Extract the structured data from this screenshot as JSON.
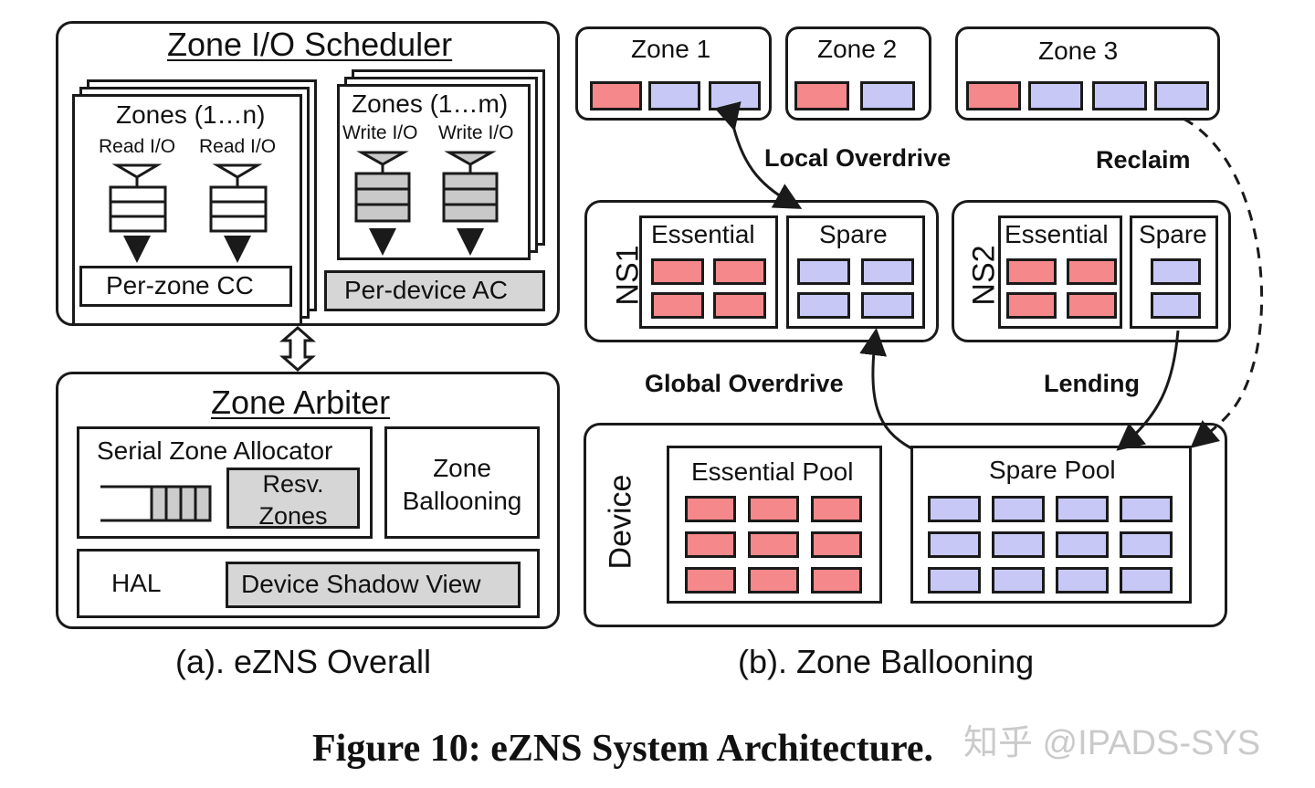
{
  "figure_caption": "Figure 10: eZNS System Architecture.",
  "watermark": "知乎 @IPADS-SYS",
  "panel_a": {
    "caption": "(a). eZNS Overall",
    "scheduler": {
      "title": "Zone I/O Scheduler",
      "read_group": {
        "title": "Zones (1…n)",
        "queue_labels": [
          "Read I/O",
          "Read I/O"
        ],
        "control": "Per-zone CC"
      },
      "write_group": {
        "title": "Zones (1…m)",
        "queue_labels": [
          "Write I/O",
          "Write I/O"
        ],
        "control": "Per-device AC"
      }
    },
    "arbiter": {
      "title": "Zone Arbiter",
      "allocator": "Serial Zone Allocator",
      "reserved": "Resv. Zones",
      "ballooning": "Zone Ballooning",
      "hal": "HAL",
      "shadow": "Device Shadow View"
    }
  },
  "panel_b": {
    "caption": "(b). Zone Ballooning",
    "zones": [
      {
        "label": "Zone 1",
        "blocks": [
          "red",
          "blue",
          "blue"
        ]
      },
      {
        "label": "Zone 2",
        "blocks": [
          "red",
          "blue"
        ]
      },
      {
        "label": "Zone 3",
        "blocks": [
          "red",
          "blue",
          "blue",
          "blue"
        ]
      }
    ],
    "namespaces": [
      {
        "label": "NS1",
        "essential": "Essential",
        "spare": "Spare"
      },
      {
        "label": "NS2",
        "essential": "Essential",
        "spare": "Spare"
      }
    ],
    "device": {
      "label": "Device",
      "essential_pool": "Essential Pool",
      "spare_pool": "Spare Pool"
    },
    "arrows": {
      "local_overdrive": "Local Overdrive",
      "reclaim": "Reclaim",
      "global_overdrive": "Global Overdrive",
      "lending": "Lending"
    },
    "colors": {
      "essential": "#f4888a",
      "spare": "#c8c8f7"
    }
  }
}
